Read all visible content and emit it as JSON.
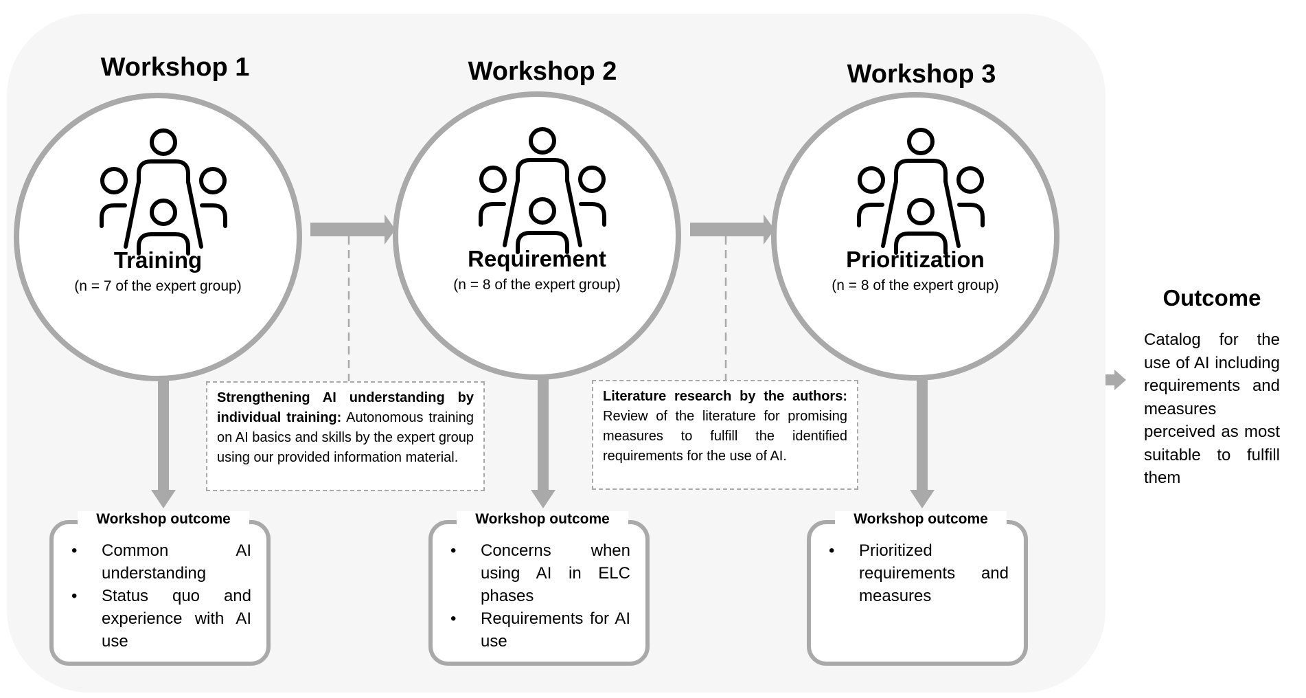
{
  "colors": {
    "panel": "#f6f6f6",
    "stroke": "#a9a9a9",
    "text": "#000000"
  },
  "icon": "meeting-people-icon",
  "workshops": [
    {
      "title": "Workshop 1",
      "name": "Training",
      "count": "(n = 7 of the expert group)",
      "outcome_title": "Workshop outcome",
      "outcomes": [
        "Common AI understanding",
        "Status quo and experience with AI use"
      ]
    },
    {
      "title": "Workshop 2",
      "name": "Requirement",
      "count": "(n = 8 of the expert group)",
      "outcome_title": "Workshop outcome",
      "outcomes": [
        "Concerns when using AI in ELC phases",
        "Requirements for AI use"
      ]
    },
    {
      "title": "Workshop 3",
      "name": "Prioritization",
      "count": "(n = 8 of the expert group)",
      "outcome_title": "Workshop outcome",
      "outcomes": [
        "Prioritized requirements and measures"
      ]
    }
  ],
  "notes": [
    {
      "bold": "Strengthening AI understanding by individual training:",
      "text": " Autonomous training on AI basics and skills by the expert group using our provided information material."
    },
    {
      "bold": "Literature research by the authors:",
      "text": " Review of the literature for promising measures to fulfill the identified requirements for the use of AI."
    }
  ],
  "outcome": {
    "title": "Outcome",
    "text": "Catalog for the use of AI including requirements and measures perceived as most suitable to fulfill them"
  }
}
